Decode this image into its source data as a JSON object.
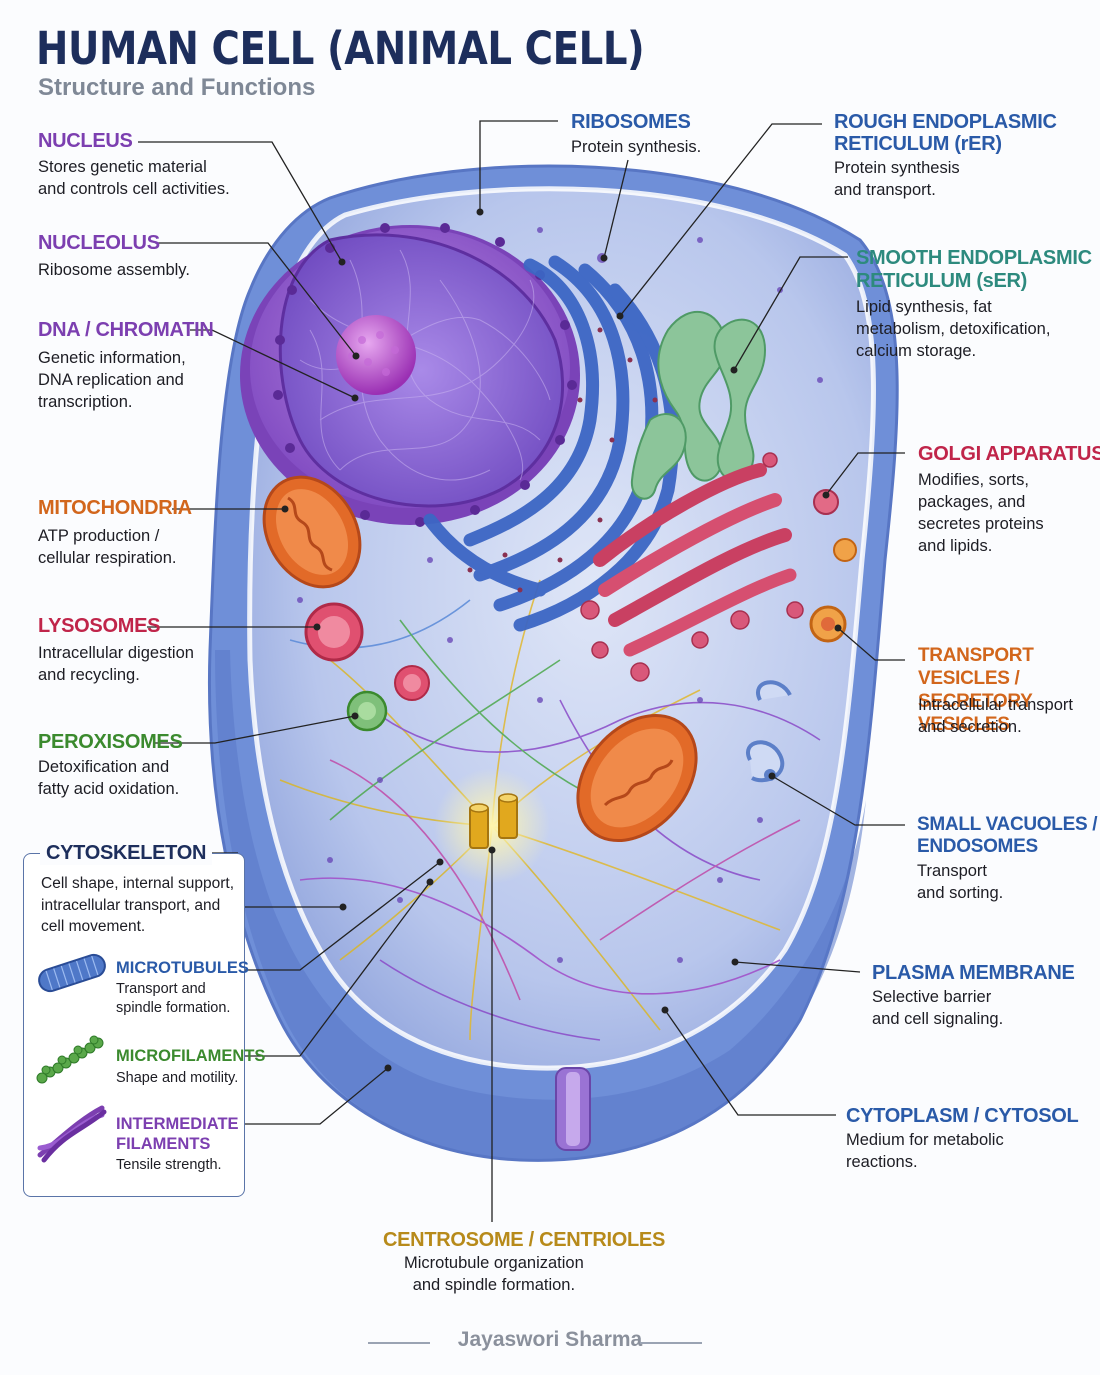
{
  "header": {
    "title": "HUMAN CELL (ANIMAL CELL)",
    "subtitle": "Structure and Functions"
  },
  "labels": {
    "nucleus": {
      "name": "NUCLEUS",
      "desc": "Stores genetic material\nand controls cell activities.",
      "color": "#7c3fb0"
    },
    "nucleolus": {
      "name": "NUCLEOLUS",
      "desc": "Ribosome assembly.",
      "color": "#7c3fb0"
    },
    "dna": {
      "name": "DNA / CHROMATIN",
      "desc": "Genetic information,\nDNA replication and\ntranscription.",
      "color": "#7c3fb0"
    },
    "mitochondria": {
      "name": "MITOCHONDRIA",
      "desc": "ATP production /\ncellular respiration.",
      "color": "#d2661c"
    },
    "lysosomes": {
      "name": "LYSOSOMES",
      "desc": "Intracellular digestion\nand recycling.",
      "color": "#c0254a"
    },
    "peroxisomes": {
      "name": "PEROXISOMES",
      "desc": "Detoxification and\nfatty acid oxidation.",
      "color": "#3b8a2e"
    },
    "ribosomes": {
      "name": "RIBOSOMES",
      "desc": "Protein synthesis.",
      "color": "#2a5aa8"
    },
    "rer": {
      "name": "ROUGH ENDOPLASMIC\nRETICULUM (rER)",
      "desc": "Protein synthesis\nand transport.",
      "color": "#2a5aa8"
    },
    "ser": {
      "name": "SMOOTH ENDOPLASMIC\nRETICULUM (sER)",
      "desc": "Lipid synthesis, fat\nmetabolism, detoxification,\ncalcium storage.",
      "color": "#2d8a7e"
    },
    "golgi": {
      "name": "GOLGI APPARATUS",
      "desc": "Modifies, sorts,\npackages, and\nsecretes proteins\nand lipids.",
      "color": "#c0254a"
    },
    "vesicles": {
      "name": "TRANSPORT VESICLES /\nSECRETORY VESICLES",
      "desc": "Intracellular transport\nand secretion.",
      "color": "#d2661c"
    },
    "vacuoles": {
      "name": "SMALL VACUOLES /\nENDOSOMES",
      "desc": "Transport\nand sorting.",
      "color": "#2a5aa8"
    },
    "membrane": {
      "name": "PLASMA MEMBRANE",
      "desc": "Selective barrier\nand cell signaling.",
      "color": "#2a5aa8"
    },
    "cytoplasm": {
      "name": "CYTOPLASM / CYTOSOL",
      "desc": "Medium for metabolic\nreactions.",
      "color": "#2a5aa8"
    },
    "centrosome": {
      "name": "CENTROSOME / CENTRIOLES",
      "desc": "Microtubule organization\nand spindle formation.",
      "color": "#b78a1a"
    }
  },
  "cytoskeleton": {
    "name": "CYTOSKELETON",
    "desc": "Cell shape, internal support,\nintracellular transport, and\ncell movement.",
    "color": "#1d2e5c",
    "microtubules": {
      "name": "MICROTUBULES",
      "desc": "Transport and\nspindle formation.",
      "color": "#2a5aa8"
    },
    "microfilaments": {
      "name": "MICROFILAMENTS",
      "desc": "Shape and motility.",
      "color": "#3b8a2e"
    },
    "intermediate": {
      "name": "INTERMEDIATE\nFILAMENTS",
      "desc": "Tensile strength.",
      "color": "#7c3fb0"
    }
  },
  "footer": {
    "author": "Jayaswori Sharma"
  }
}
